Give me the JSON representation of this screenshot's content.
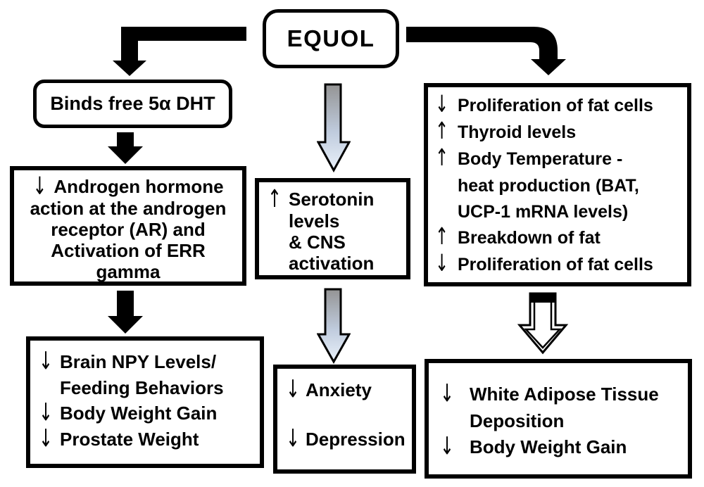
{
  "diagram_title": "EQUOL",
  "colors": {
    "ink": "#000000",
    "background": "#ffffff",
    "gradient_arrow_top": "#949494",
    "gradient_arrow_bottom": "#eaf1fa"
  },
  "boxes": {
    "equol": {
      "label": "EQUOL"
    },
    "binds": {
      "label": "Binds free 5α DHT"
    },
    "androgen": {
      "lines": [
        {
          "arrow": "↓",
          "text": "Androgen hormone"
        },
        {
          "arrow": "",
          "text": "action at the androgen"
        },
        {
          "arrow": "",
          "text": "receptor (AR) and"
        },
        {
          "arrow": "",
          "text": "Activation of ERR"
        },
        {
          "arrow": "",
          "text": "gamma"
        }
      ]
    },
    "brain_npy": {
      "lines": [
        {
          "arrow": "↓",
          "text": "Brain NPY Levels/"
        },
        {
          "arrow": "",
          "text": "Feeding Behaviors"
        },
        {
          "arrow": "↓",
          "text": "Body Weight Gain"
        },
        {
          "arrow": "↓",
          "text": "Prostate Weight"
        }
      ]
    },
    "serotonin": {
      "lines": [
        {
          "arrow": "↑",
          "text": "Serotonin"
        },
        {
          "arrow": "",
          "text": "levels"
        },
        {
          "arrow": "",
          "text": "& CNS"
        },
        {
          "arrow": "",
          "text": "activation"
        }
      ]
    },
    "anxiety": {
      "lines": [
        {
          "arrow": "↓",
          "text": "Anxiety"
        },
        {
          "arrow": "↓",
          "text": "Depression"
        }
      ]
    },
    "fat_effects": {
      "lines": [
        {
          "arrow": "↓",
          "text": "Proliferation of fat cells"
        },
        {
          "arrow": "↑",
          "text": "Thyroid levels"
        },
        {
          "arrow": "↑",
          "text": "Body Temperature -"
        },
        {
          "arrow": "",
          "text": "heat production (BAT,"
        },
        {
          "arrow": "",
          "text": "UCP-1 mRNA levels)"
        },
        {
          "arrow": "↑",
          "text": "Breakdown of fat"
        },
        {
          "arrow": "↓",
          "text": "Proliferation of fat cells"
        }
      ]
    },
    "white_adipose": {
      "lines": [
        {
          "arrow": "↓",
          "text": "White Adipose Tissue"
        },
        {
          "arrow": "",
          "text": "Deposition"
        },
        {
          "arrow": "↓",
          "text": "Body Weight Gain"
        }
      ]
    }
  }
}
